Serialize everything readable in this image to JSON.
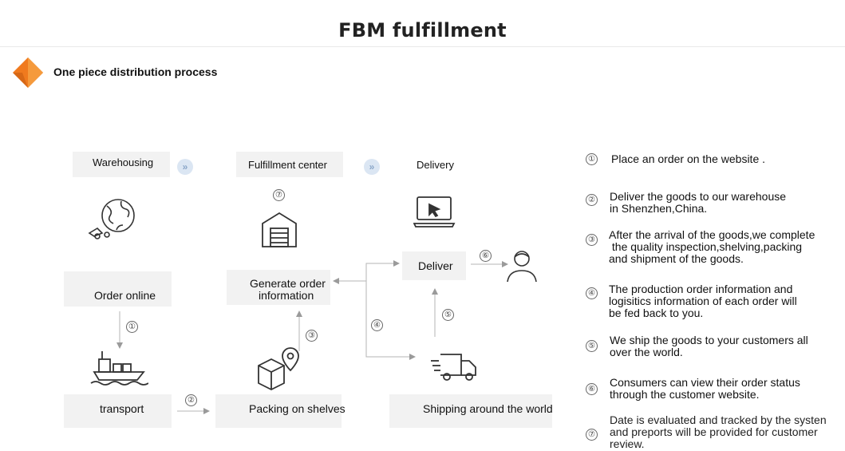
{
  "header": {
    "title": "FBM fulfillment"
  },
  "section": {
    "subtitle": "One piece distribution process"
  },
  "stages": {
    "warehousing": "Warehousing",
    "fulfillment_center": "Fulfillment center",
    "delivery": "Delivery"
  },
  "nodes": {
    "order_online": "Order online",
    "generate_order_line1": "Generate order",
    "generate_order_line2": "information",
    "deliver": "Deliver",
    "transport": "transport",
    "packing": "Packing on shelves",
    "shipping": "Shipping around the world"
  },
  "markers": [
    "①",
    "②",
    "③",
    "④",
    "⑤",
    "⑥",
    "⑦"
  ],
  "steps": [
    {
      "num": "①",
      "lines": [
        "Place an order on the website ."
      ]
    },
    {
      "num": "②",
      "lines": [
        "Deliver the goods to our warehouse",
        "in Shenzhen,China."
      ]
    },
    {
      "num": "③",
      "lines": [
        "After the arrival of the goods,we complete",
        " the quality inspection,shelving,packing",
        "and shipment of the goods."
      ]
    },
    {
      "num": "④",
      "lines": [
        "The production order information and",
        "logisitics information of each order will",
        "be fed back to you."
      ]
    },
    {
      "num": "⑤",
      "lines": [
        "We ship the goods to your customers all",
        "over the world."
      ]
    },
    {
      "num": "⑥",
      "lines": [
        "Consumers can view their order status",
        "through the customer website."
      ]
    },
    {
      "num": "⑦",
      "lines": [
        "Date is evaluated and  tracked by the systen",
        "and preports will be provided for customer",
        "review."
      ]
    }
  ],
  "icons": {
    "logo": "orange-diamond-icon",
    "chevron": "double-chevron-right-icon",
    "globe": "globe-icon",
    "warehouse": "warehouse-icon",
    "laptop": "laptop-cursor-icon",
    "ship": "cargo-ship-icon",
    "package": "package-location-icon",
    "truck": "delivery-truck-icon",
    "person": "person-icon"
  },
  "colors": {
    "accent": "#f07a1e",
    "panel": "#f2f2f2",
    "chevron": "#dbe6f3"
  }
}
